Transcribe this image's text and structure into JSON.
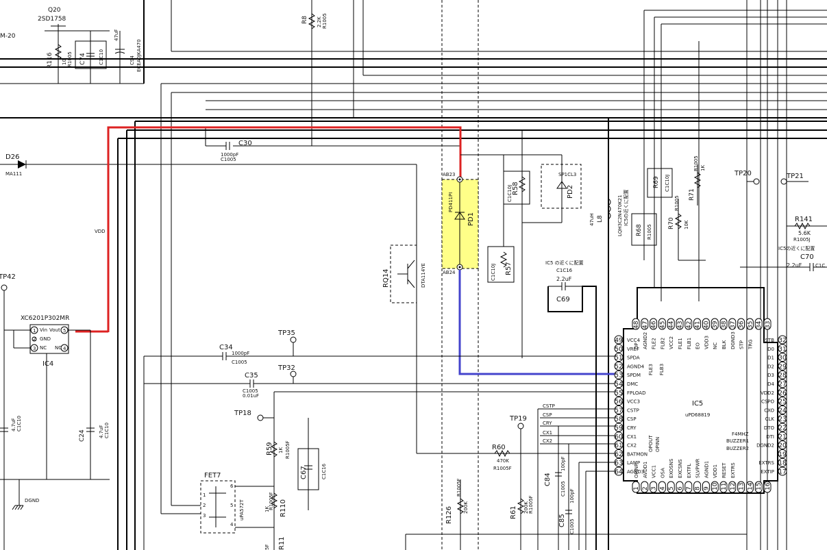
{
  "colors": {
    "vdd_trace": "#dd2222",
    "pd_trace": "#4444cc",
    "pd_highlight": "#ffff88"
  },
  "labels": {
    "q20_ref": "Q20",
    "q20_part": "2SD1758",
    "m20": "M-20",
    "r116_ref": "R116",
    "r116_val": "10",
    "r116_pkg": "R1005",
    "c74_ref": "C74",
    "c74_pkg": "C1C10",
    "c94_ref": "C94",
    "c94_val": "47uF",
    "c94_part": "ECEA0JKA470",
    "r8_ref": "R8",
    "r8_val": "2.2K",
    "r8_pkg": "R1005",
    "c30_ref": "C30",
    "c30_val": "1000pF",
    "c30_pkg": "C1005",
    "d26_ref": "D26",
    "d26_part": "MA111",
    "vdd": "VDD",
    "ab23": "AB23",
    "ab24": "AB24",
    "pd1_ref": "PD1",
    "pd1_part": "PD411PI",
    "r58_ref": "R58",
    "r58_pkg": "C1C10J",
    "pd2_ref": "PD2",
    "pd2_part": "SP1CL3",
    "r57_ref": "R57",
    "r57_pkg": "C1C10J",
    "rq14_ref": "RQ14",
    "rq14_part": "DTA114YE",
    "l8_ref": "L8",
    "l8_val": "47uH",
    "l8_part": "LQH3C2N470K21",
    "l8_note": "IC5の近くに配置",
    "r68_ref": "R68",
    "r68_pkg": "R1005",
    "r69_ref": "R69",
    "r69_pkg": "C1C10J",
    "r70_ref": "R70",
    "r70_val": "10K",
    "r70_pkg": "R1005",
    "r71_ref": "R71",
    "r71_val": "1K",
    "r71_pkg": "R1005",
    "tp20": "TP20",
    "tp21": "TP21",
    "r141_ref": "R141",
    "r141_val": "5.6K",
    "r141_pkg": "R1005J",
    "r141_note": "IC5の近くに配置",
    "c70_ref": "C70",
    "c70_val": "2.2uF",
    "c70_pkg": "C1C",
    "c69_note": "IC5 の近くに配置",
    "c69_pkg": "C1C16",
    "c69_val": "2.2uF",
    "c69_ref": "C69",
    "tp42": "TP42",
    "ic4_part": "XC6201P302MR",
    "ic4_ref": "IC4",
    "ic4_pin1": "Vin",
    "ic4_pin5": "Vout",
    "ic4_pin2": "GND",
    "ic4_pin3": "NC",
    "ic4_pin4": "NC",
    "tp35": "TP35",
    "c34_ref": "C34",
    "c34_val": "1000pF",
    "c34_pkg": "C1005",
    "tp32": "TP32",
    "c35_ref": "C35",
    "c35_pkg": "C1005",
    "c35_val": "0.01uF",
    "tp18": "TP18",
    "tp19": "TP19",
    "r59_ref": "R59",
    "r59_val": "1K",
    "r59_pkg": "R1005F",
    "c67_ref": "C67",
    "c67_pkg": "C1C16",
    "r60_ref": "R60",
    "r60_val": "470K",
    "r60_pkg": "R1005F",
    "fet7_ref": "FET7",
    "fet7_part": "uPA572T",
    "r110_ref": "R110",
    "r110_val": "1K",
    "r110_pkg": "R1005F",
    "c84_ref": "C84",
    "c84_pkg": "C1005",
    "c84_val": "100pF",
    "c85_ref": "C85",
    "c85_pkg": "C1005",
    "c85_val": "100pF",
    "r126_ref": "R126",
    "r126_val": "200K",
    "r126_pkg": "R1005F",
    "r61_ref": "R61",
    "r61_val": "200K",
    "r61_pkg": "R1005F",
    "c24_ref": "C24",
    "c24_val": "4.7uF",
    "c24_pkg": "C1C10",
    "cl_val": "4.7uF",
    "cl_pkg": "C1C10",
    "dgnd": "DGND",
    "ic5_ref": "IC5",
    "ic5_part": "uPD68819",
    "f4mhz": "F4MHZ",
    "buzzer1": "BUZZER1",
    "buzzer2": "BUZZER2",
    "opout": "OPOUT",
    "opinn": "OPINN",
    "fle3": "FLE3",
    "flb3": "FLB3",
    "cstp": "CSTP",
    "csp": "CSP",
    "cry": "CRY",
    "cx1": "CX1",
    "cx2": "CX2",
    "r11x": "R11",
    "r11x_pkg": "5F"
  },
  "ic5_left_pins": [
    {
      "n": "49",
      "name": "VCC4"
    },
    {
      "n": "50",
      "name": "VREF"
    },
    {
      "n": "51",
      "name": "SPDA"
    },
    {
      "n": "52",
      "name": "AGND4"
    },
    {
      "n": "53",
      "name": "SPDM"
    },
    {
      "n": "54",
      "name": "DMC"
    },
    {
      "n": "55",
      "name": "FPLOAD"
    },
    {
      "n": "56",
      "name": "VCC3"
    },
    {
      "n": "57",
      "name": "CSTP"
    },
    {
      "n": "58",
      "name": "CSP"
    },
    {
      "n": "59",
      "name": "CRY"
    },
    {
      "n": "60",
      "name": "CX1"
    },
    {
      "n": "61",
      "name": "CX2"
    },
    {
      "n": "62",
      "name": "BATMON"
    },
    {
      "n": "63",
      "name": "LAMP"
    },
    {
      "n": "64",
      "name": "AGND3"
    }
  ],
  "ic5_right_pins": [
    {
      "n": "32",
      "name": "STB"
    },
    {
      "n": "31",
      "name": "D0"
    },
    {
      "n": "30",
      "name": "D1"
    },
    {
      "n": "29",
      "name": "D2"
    },
    {
      "n": "28",
      "name": "D3"
    },
    {
      "n": "27",
      "name": "D4"
    },
    {
      "n": "26",
      "name": "VDD2"
    },
    {
      "n": "25",
      "name": "CSPO"
    },
    {
      "n": "24",
      "name": "CXO"
    },
    {
      "n": "23",
      "name": "CLK"
    },
    {
      "n": "22",
      "name": "DTO"
    },
    {
      "n": "21",
      "name": "DTI"
    },
    {
      "n": "20",
      "name": "DGND2"
    },
    {
      "n": "19",
      "name": ""
    },
    {
      "n": "18",
      "name": "EXTRS"
    },
    {
      "n": "17",
      "name": "EXTIP"
    }
  ],
  "ic5_top_pins": [
    {
      "n": "48",
      "name": "OP"
    },
    {
      "n": "47",
      "name": "AGND2"
    },
    {
      "n": "46",
      "name": "FLE2"
    },
    {
      "n": "45",
      "name": "FLB2"
    },
    {
      "n": "44",
      "name": "VCC2"
    },
    {
      "n": "43",
      "name": "FLE1"
    },
    {
      "n": "42",
      "name": "FLB1"
    },
    {
      "n": "41",
      "name": "EO"
    },
    {
      "n": "40",
      "name": "VDD3"
    },
    {
      "n": "39",
      "name": "NC"
    },
    {
      "n": "38",
      "name": "BLK"
    },
    {
      "n": "37",
      "name": "DGND3"
    },
    {
      "n": "36",
      "name": "STP"
    },
    {
      "n": "35",
      "name": "TRG"
    },
    {
      "n": "34",
      "name": ""
    },
    {
      "n": "33",
      "name": ""
    }
  ],
  "ic5_bottom_pins": [
    {
      "n": "1",
      "name": "OPINP"
    },
    {
      "n": "2",
      "name": "AVDD1"
    },
    {
      "n": "3",
      "name": "VCC1"
    },
    {
      "n": "4",
      "name": "OSA"
    },
    {
      "n": "5",
      "name": "EXOSNS"
    },
    {
      "n": "6",
      "name": "EXCSNS"
    },
    {
      "n": "7",
      "name": "EXTFL"
    },
    {
      "n": "8",
      "name": "SLVPWR"
    },
    {
      "n": "9",
      "name": "AGND1"
    },
    {
      "n": "10",
      "name": "VDD1"
    },
    {
      "n": "11",
      "name": "RESET"
    },
    {
      "n": "12",
      "name": "EXTRS"
    },
    {
      "n": "13",
      "name": ""
    },
    {
      "n": "14",
      "name": ""
    },
    {
      "n": "15",
      "name": ""
    },
    {
      "n": "16",
      "name": ""
    }
  ]
}
